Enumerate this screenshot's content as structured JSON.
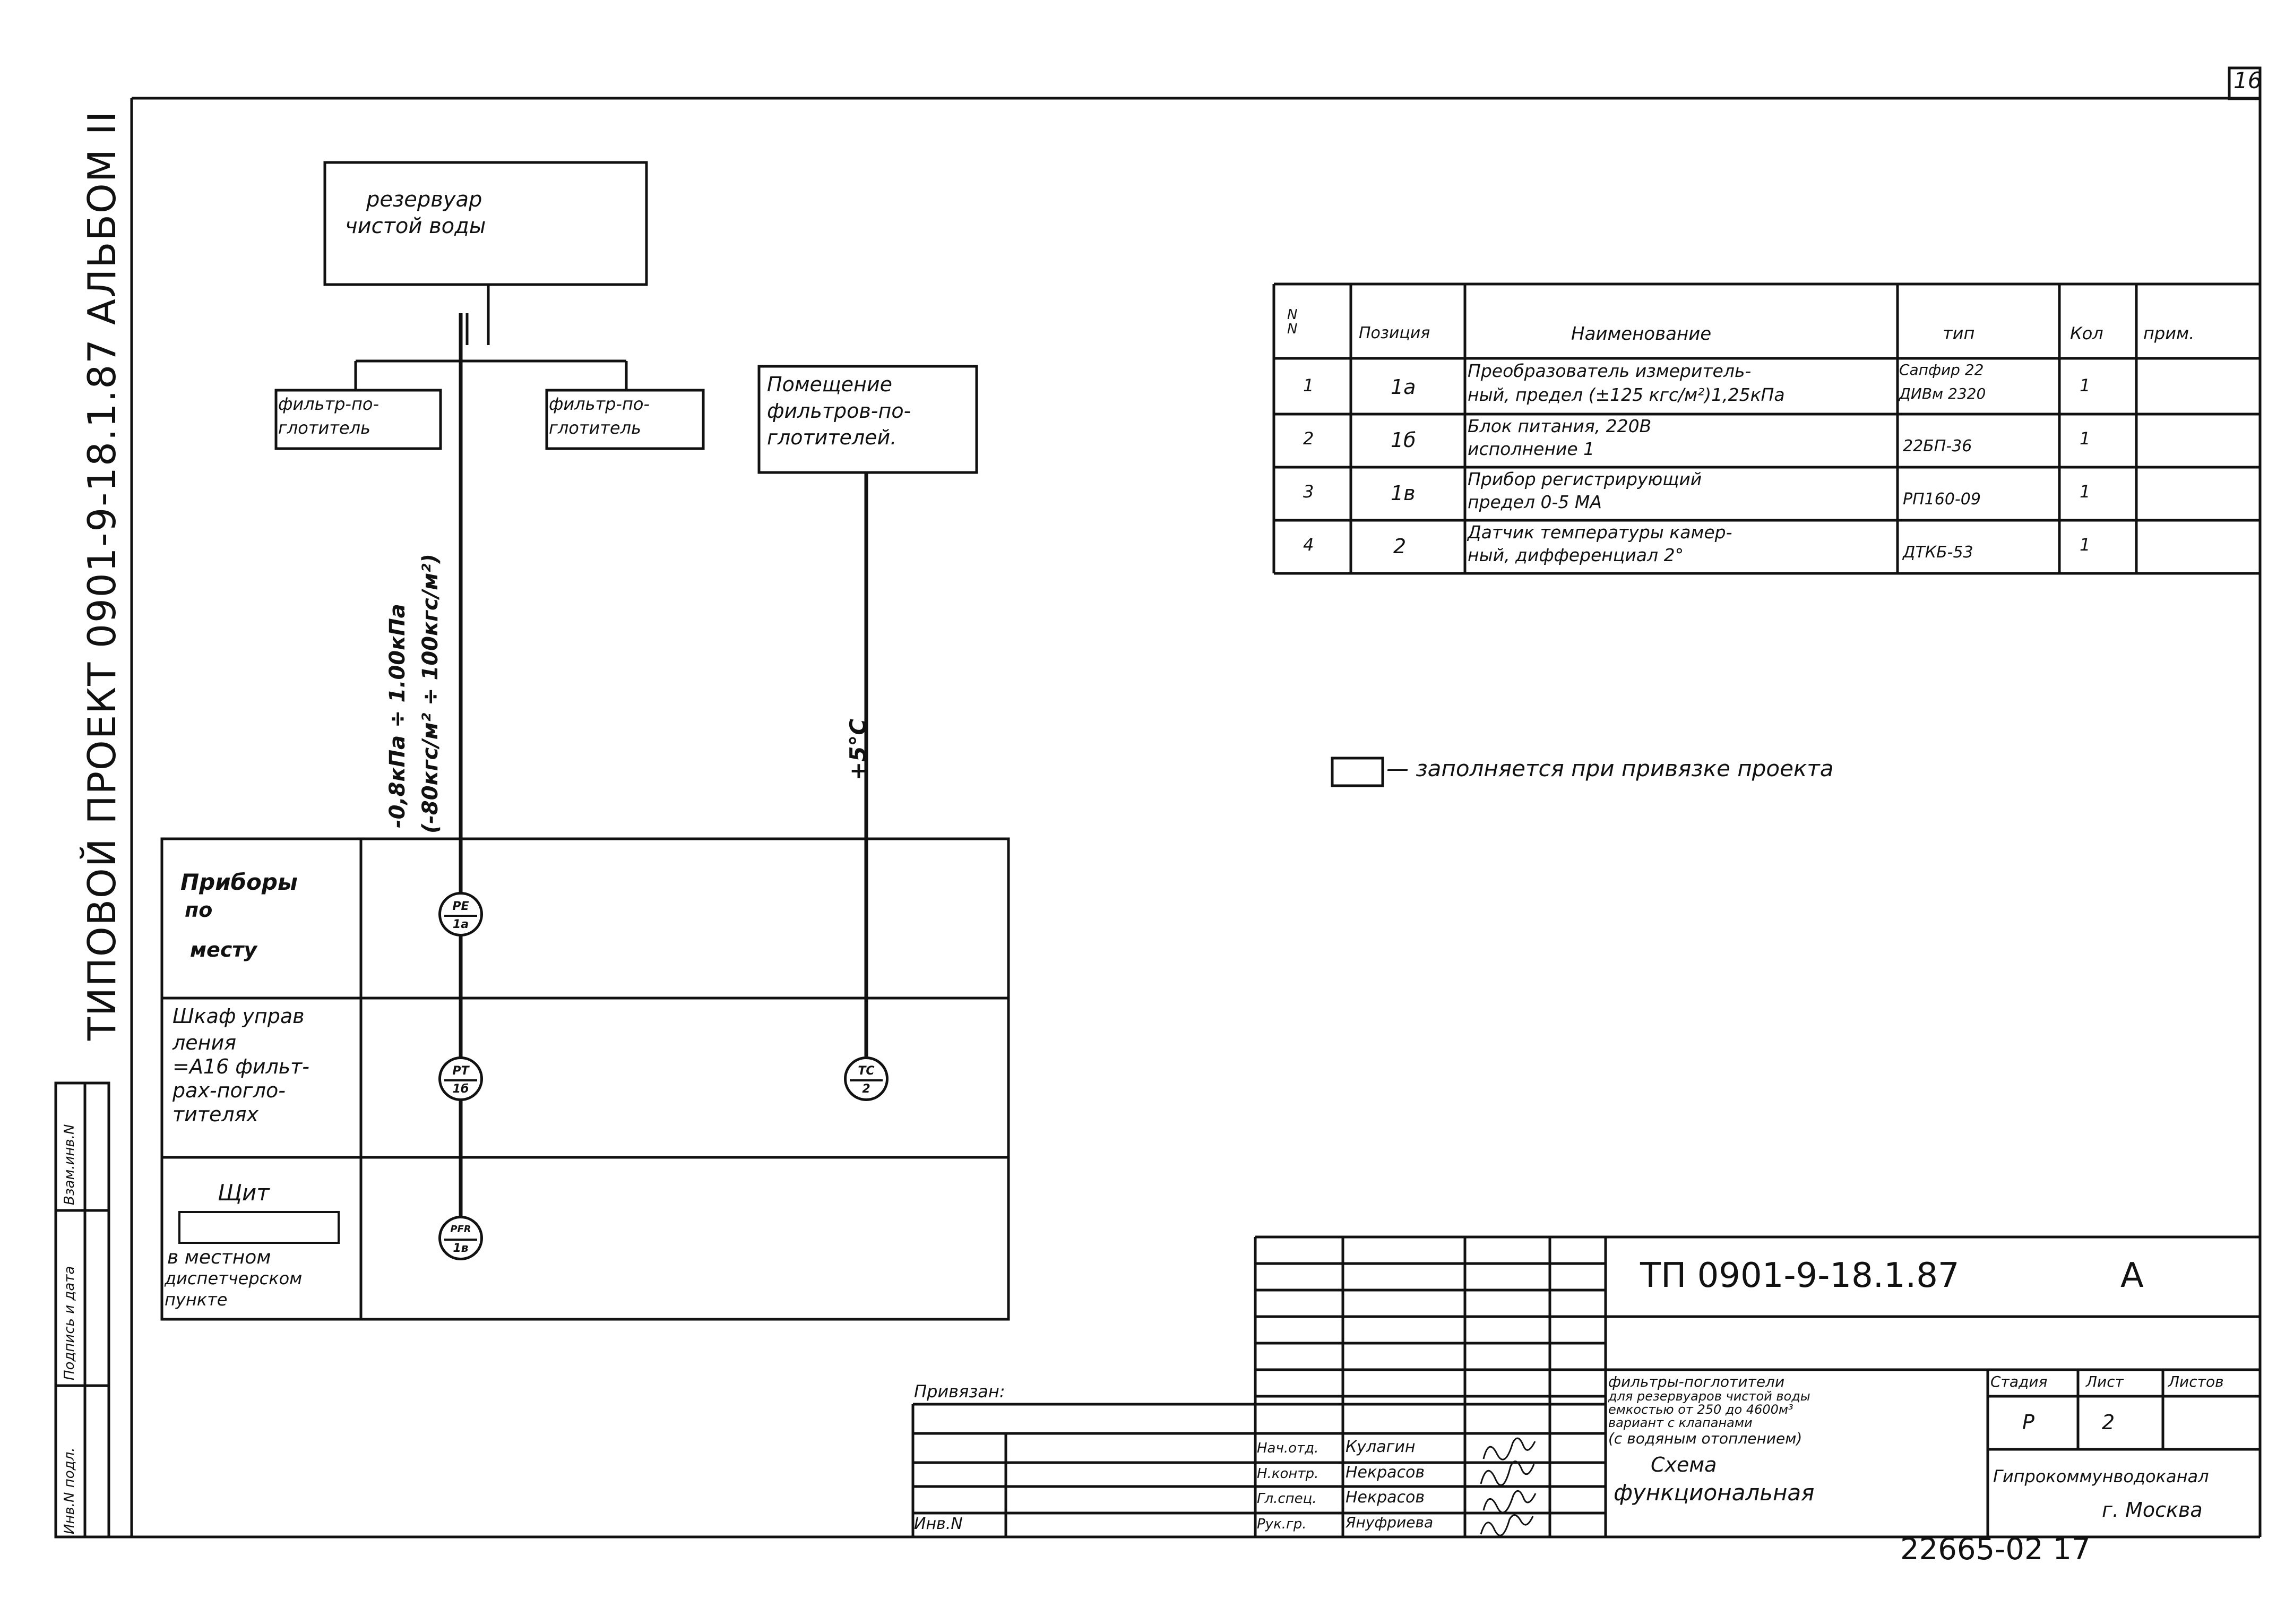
{
  "sheet_number": "16",
  "side_title": "ТИПОВОЙ  ПРОЕКТ 0901-9-18.1.87  АЛЬБОМ II",
  "side_stamp": {
    "inv_podl": "Инв.Ν подл.",
    "podpis_data": "Подпись и дата",
    "vzam_inv": "Взам.инв.Ν"
  },
  "diagram": {
    "reservoir": {
      "line1": "резервуар",
      "line2": "чистой воды"
    },
    "filter_left": {
      "line1": "фильтр-по-",
      "line2": "глотитель"
    },
    "filter_right": {
      "line1": "фильтр-по-",
      "line2": "глотитель"
    },
    "room": {
      "line1": "Помещение",
      "line2": "фильтров-по-",
      "line3": "глотителей."
    },
    "pressure_label": {
      "line1": "-0,8кПа ÷ 1.00кПа",
      "line2": "(-80кгс/м² ÷ 100кгс/м²)"
    },
    "temp_label": "+5°C",
    "rows": [
      {
        "label_lines": [
          "Приборы",
          "по",
          "месту"
        ]
      },
      {
        "label_lines": [
          "Шкаф управ",
          "ления",
          "=А16 фильт-",
          "рах-погло-",
          "тителях"
        ]
      },
      {
        "label_lines": [
          "Щит",
          "в местном",
          "диспетчерском",
          "пункте"
        ]
      }
    ],
    "instruments": [
      {
        "top": "PE",
        "bottom": "1а"
      },
      {
        "top": "PT",
        "bottom": "1б"
      },
      {
        "top": "PFR",
        "bottom": "1в"
      },
      {
        "top": "TC",
        "bottom": "2"
      }
    ]
  },
  "spec_table": {
    "headers": [
      "N N",
      "Позиция",
      "Наименование",
      "тип",
      "Кол",
      "прим."
    ],
    "rows": [
      {
        "n": "1",
        "pos": "1а",
        "name": [
          "Преобразователь измеритель-",
          "ный, предел (±125 кгс/м²)1,25кПа"
        ],
        "type": [
          "Сапфир 22",
          "ДИВм 2320"
        ],
        "qty": "1",
        "note": ""
      },
      {
        "n": "2",
        "pos": "1б",
        "name": [
          "Блок питания, 220В",
          "исполнение 1"
        ],
        "type": [
          "22БП-36"
        ],
        "qty": "1",
        "note": ""
      },
      {
        "n": "3",
        "pos": "1в",
        "name": [
          "Прибор регистрирующий",
          "предел 0-5 МА"
        ],
        "type": [
          "РП160-09"
        ],
        "qty": "1",
        "note": ""
      },
      {
        "n": "4",
        "pos": "2",
        "name": [
          "Датчик температуры камер-",
          "ный, дифференциал 2°"
        ],
        "type": [
          "ДТКБ-53"
        ],
        "qty": "1",
        "note": ""
      }
    ]
  },
  "legend": "— заполняется при привязке проекта",
  "title_block": {
    "code": "ТП 0901-9-18.1.87",
    "letter": "А",
    "privyazan": "Привязан:",
    "inv_n": "Инв.Ν",
    "description": [
      "фильтры-поглотители",
      "для резервуаров чистой воды",
      "емкостью от 250 до 4600м³",
      "вариант с клапанами",
      "(с водяным отоплением)"
    ],
    "scheme_title": [
      "Схема",
      "функциональная"
    ],
    "stadia_label": "Стадия",
    "list_label": "Лист",
    "listov_label": "Листов",
    "stadia": "Р",
    "list": "2",
    "listov": "",
    "org": [
      "Гипрокоммунводоканал",
      "г. Москва"
    ],
    "signatures": [
      {
        "role": "Нач.отд.",
        "name": "Кулагин"
      },
      {
        "role": "Н.контр.",
        "name": "Некрасов"
      },
      {
        "role": "Гл.спец.",
        "name": "Некрасов"
      },
      {
        "role": "Рук.гр.",
        "name": "Януфриева"
      }
    ]
  },
  "footer_code": "22665-02   17"
}
